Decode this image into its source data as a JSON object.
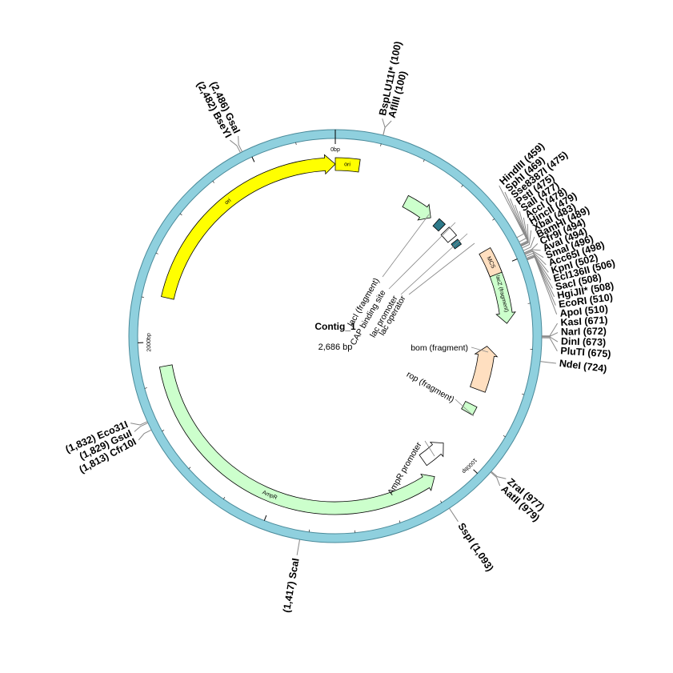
{
  "plasmid": {
    "name": "Contig_1",
    "size_label": "2,686 bp",
    "length": 2686
  },
  "colors": {
    "backbone_fill": "#8fd0de",
    "backbone_stroke": "#4a8a9a",
    "connector": "#888888",
    "ori": "#ffff00",
    "light_green": "#ccffcc",
    "teal": "#2e7a8a",
    "peach": "#ffdfc0",
    "white": "#ffffff"
  },
  "ticks": [
    {
      "pos": 0,
      "label": "0bp"
    },
    {
      "pos": 1000,
      "label": "1000bp"
    },
    {
      "pos": 2000,
      "label": "2000bp"
    }
  ],
  "sites": [
    {
      "name": "BspLU11I*",
      "pos": 100,
      "text": "BspLU11I* (100)"
    },
    {
      "name": "AflIII",
      "pos": 100,
      "text": "AflIII (100)"
    },
    {
      "name": "HindIII",
      "pos": 459,
      "text": "HindIII (459)"
    },
    {
      "name": "SphI",
      "pos": 469,
      "text": "SphI (469)"
    },
    {
      "name": "Sse8387I",
      "pos": 475,
      "text": "Sse8387I (475)"
    },
    {
      "name": "PstI",
      "pos": 475,
      "text": "PstI (475)"
    },
    {
      "name": "SalI",
      "pos": 477,
      "text": "SalI (477)"
    },
    {
      "name": "AccI",
      "pos": 478,
      "text": "AccI (478)"
    },
    {
      "name": "HincII",
      "pos": 479,
      "text": "HincII (479)"
    },
    {
      "name": "XbaI",
      "pos": 483,
      "text": "XbaI (483)"
    },
    {
      "name": "BamHI",
      "pos": 489,
      "text": "BamHI (489)"
    },
    {
      "name": "Cfr9I",
      "pos": 494,
      "text": "Cfr9I (494)"
    },
    {
      "name": "AvaI",
      "pos": 494,
      "text": "AvaI (494)"
    },
    {
      "name": "SmaI",
      "pos": 496,
      "text": "SmaI (496)"
    },
    {
      "name": "Acc65I",
      "pos": 498,
      "text": "Acc65I (498)"
    },
    {
      "name": "KpnI",
      "pos": 502,
      "text": "KpnI (502)"
    },
    {
      "name": "Ecl136II",
      "pos": 506,
      "text": "Ecl136II (506)"
    },
    {
      "name": "SacI",
      "pos": 508,
      "text": "SacI (508)"
    },
    {
      "name": "HgiJII*",
      "pos": 508,
      "text": "HgiJII* (508)"
    },
    {
      "name": "EcoRI",
      "pos": 510,
      "text": "EcoRI (510)"
    },
    {
      "name": "ApoI",
      "pos": 510,
      "text": "ApoI (510)"
    },
    {
      "name": "KasI",
      "pos": 671,
      "text": "KasI (671)"
    },
    {
      "name": "NarI",
      "pos": 672,
      "text": "NarI (672)"
    },
    {
      "name": "DinI",
      "pos": 673,
      "text": "DinI (673)"
    },
    {
      "name": "PluTI",
      "pos": 675,
      "text": "PluTI (675)"
    },
    {
      "name": "NdeI",
      "pos": 724,
      "text": "NdeI (724)"
    },
    {
      "name": "ZraI",
      "pos": 977,
      "text": "ZraI (977)"
    },
    {
      "name": "AatII",
      "pos": 979,
      "text": "AatII (979)"
    },
    {
      "name": "SspI",
      "pos": 1093,
      "text": "SspI (1,093)"
    },
    {
      "name": "ScaI",
      "pos": 1417,
      "text": "(1,417) ScaI"
    },
    {
      "name": "Cfr10I",
      "pos": 1813,
      "text": "(1,813) Cfr10I"
    },
    {
      "name": "GsuI",
      "pos": 1829,
      "text": "(1,829) GsuI"
    },
    {
      "name": "Eco31I",
      "pos": 1832,
      "text": "(1,832) Eco31I"
    },
    {
      "name": "BseYI",
      "pos": 2482,
      "text": "(2,482) BseYI"
    },
    {
      "name": "GsaI",
      "pos": 2486,
      "text": "(2,486) GsaI"
    }
  ],
  "features": [
    {
      "name": "ori",
      "label": "ori",
      "start": 2110,
      "end": 2686,
      "strand": 1,
      "color": "#ffff00",
      "radius": 215,
      "width": 16
    },
    {
      "name": "ori-box",
      "label": "ori",
      "start": 0,
      "end": 60,
      "strand": 0,
      "color": "#ffff00",
      "radius": 215,
      "width": 16
    },
    {
      "name": "AmpR",
      "label": "AmpR",
      "start": 1080,
      "end": 1940,
      "strand": -1,
      "color": "#ccffcc",
      "radius": 215,
      "width": 16
    },
    {
      "name": "lacZ-fragment",
      "label": "lacZ (fragment)",
      "start": 490,
      "end": 640,
      "strand": 1,
      "color": "#ccffcc",
      "radius": 215,
      "width": 16
    },
    {
      "name": "MCS",
      "label": "MCS",
      "start": 450,
      "end": 515,
      "strand": 0,
      "color": "#ffdfc0",
      "radius": 215,
      "width": 16
    },
    {
      "name": "lacI-fragment",
      "label": "lacI (fragment)",
      "start": 205,
      "end": 290,
      "strand": 1,
      "color": "#ccffcc",
      "radius": 190,
      "width": 16
    },
    {
      "name": "CAP-binding-site",
      "label": "CAP binding site",
      "start": 310,
      "end": 332,
      "strand": 0,
      "color": "#2e7a8a",
      "radius": 190,
      "width": 12
    },
    {
      "name": "lac-promoter",
      "label": "lac promoter",
      "start": 345,
      "end": 375,
      "strand": 0,
      "color": "#ffffff",
      "radius": 190,
      "width": 14
    },
    {
      "name": "lac-operator",
      "label": "lac operator",
      "start": 385,
      "end": 402,
      "strand": 0,
      "color": "#2e7a8a",
      "radius": 190,
      "width": 10
    },
    {
      "name": "bom-fragment",
      "label": "bom (fragment)",
      "start": 700,
      "end": 825,
      "strand": -1,
      "color": "#ffdfc0",
      "radius": 190,
      "width": 20
    },
    {
      "name": "rop-fragment",
      "label": "rop (fragment)",
      "start": 870,
      "end": 895,
      "strand": 0,
      "color": "#ccffcc",
      "radius": 190,
      "width": 16
    },
    {
      "name": "AmpR-promoter",
      "label": "AmpR promoter",
      "start": 1005,
      "end": 1080,
      "strand": -1,
      "color": "#ffffff",
      "radius": 190,
      "width": 16
    }
  ]
}
